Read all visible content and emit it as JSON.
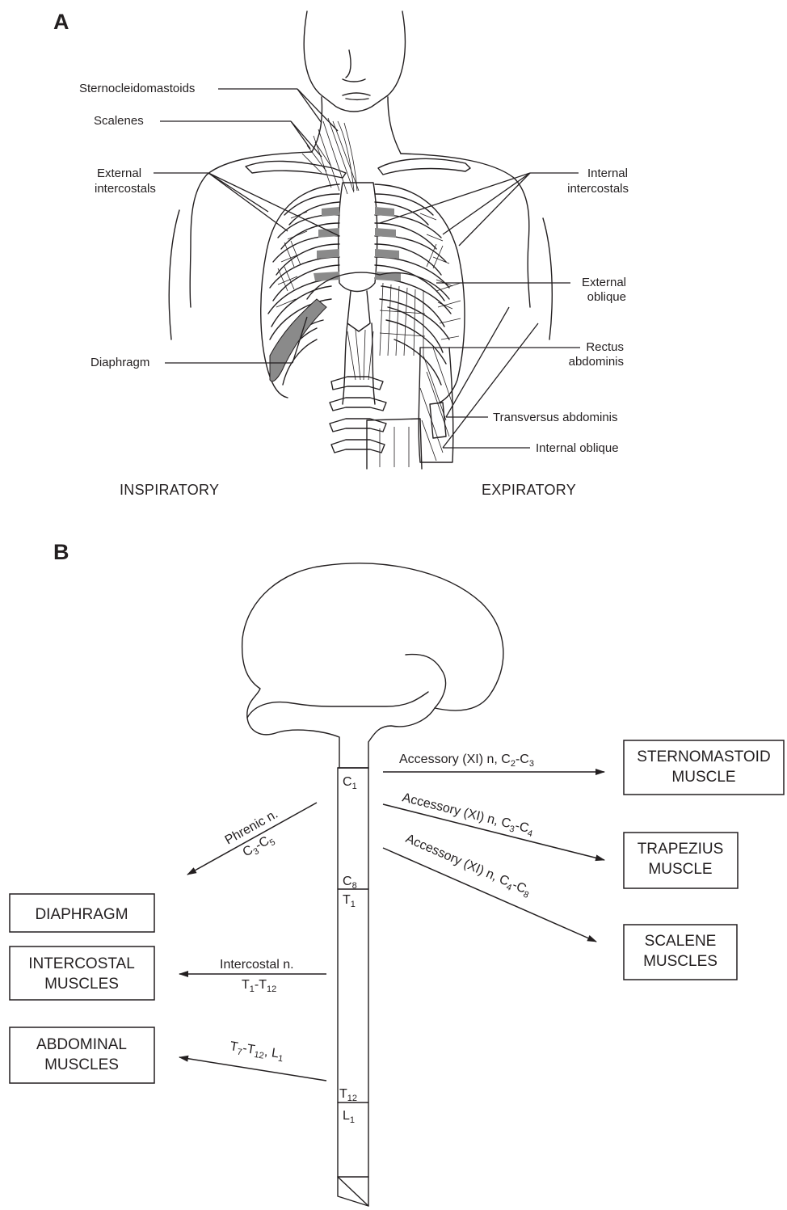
{
  "panel_a": {
    "label": "A",
    "muscles_left": {
      "sternocleidomastoids": "Sternocleidomastoids",
      "scalenes": "Scalenes",
      "external_intercostals_1": "External",
      "external_intercostals_2": "intercostals",
      "diaphragm": "Diaphragm"
    },
    "muscles_right": {
      "internal_intercostals_1": "Internal",
      "internal_intercostals_2": "intercostals",
      "external_oblique_1": "External",
      "external_oblique_2": "oblique",
      "rectus_1": "Rectus",
      "rectus_2": "abdominis",
      "transversus": "Transversus abdominis",
      "internal_oblique": "Internal oblique"
    },
    "caption_left": "INSPIRATORY",
    "caption_right": "EXPIRATORY"
  },
  "panel_b": {
    "label": "B",
    "segments": {
      "c1": {
        "base": "C",
        "sub": "1"
      },
      "c8": {
        "base": "C",
        "sub": "8"
      },
      "t1": {
        "base": "T",
        "sub": "1"
      },
      "t12": {
        "base": "T",
        "sub": "12"
      },
      "l1": {
        "base": "L",
        "sub": "1"
      }
    },
    "boxes": {
      "sternomastoid": [
        "STERNOMASTOID",
        "MUSCLE"
      ],
      "trapezius": [
        "TRAPEZIUS",
        "MUSCLE"
      ],
      "scalene": [
        "SCALENE",
        "MUSCLES"
      ],
      "diaphragm": [
        "DIAPHRAGM"
      ],
      "intercostal": [
        "INTERCOSTAL",
        "MUSCLES"
      ],
      "abdominal": [
        "ABDOMINAL",
        "MUSCLES"
      ]
    },
    "nerves": {
      "accessory_1": {
        "text": "Accessory (XI) n, ",
        "a": "C",
        "a_sub": "2",
        "dash": "-",
        "b": "C",
        "b_sub": "3"
      },
      "accessory_2": {
        "text": "Accessory (XI) n, ",
        "a": "C",
        "a_sub": "3",
        "dash": "-",
        "b": "C",
        "b_sub": "4"
      },
      "accessory_3": {
        "text": "Accessory (XI) n, ",
        "a": "C",
        "a_sub": "4",
        "dash": "-",
        "b": "C",
        "b_sub": "8"
      },
      "phrenic": {
        "name": "Phrenic n.",
        "a": "C",
        "a_sub": "3",
        "dash": "-",
        "b": "C",
        "b_sub": "5"
      },
      "intercostal": {
        "name": "Intercostal n.",
        "a": "T",
        "a_sub": "1",
        "dash": "-",
        "b": "T",
        "b_sub": "12"
      },
      "abdominal": {
        "a": "T",
        "a_sub": "7",
        "dash": "-",
        "b": "T",
        "b_sub": "12",
        "sep": ", ",
        "c": "L",
        "c_sub": "1"
      }
    }
  }
}
